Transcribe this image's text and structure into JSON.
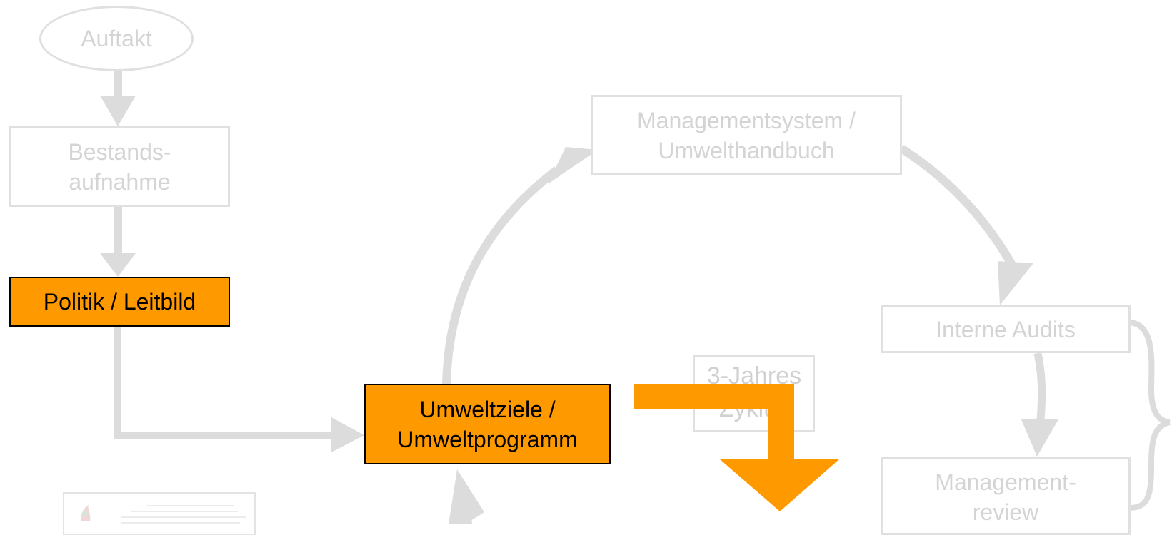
{
  "nodes": {
    "auftakt": "Auftakt",
    "bestandsaufnahme": [
      "Bestands-",
      "aufnahme"
    ],
    "politik": "Politik / Leitbild",
    "umweltziele": [
      "Umweltziele /",
      "Umweltprogramm"
    ],
    "managementsystem": [
      "Managementsystem /",
      "Umwelthandbuch"
    ],
    "interne_audits": "Interne Audits",
    "zyklus": [
      "3-Jahres",
      "Zyklus"
    ],
    "management_review": [
      "Management-",
      "review"
    ]
  },
  "colors": {
    "highlight": "#ff9900",
    "ghost_text": "#d4d4d4",
    "ghost_border": "#e0e0e0",
    "connector": "#dcdcdc"
  }
}
